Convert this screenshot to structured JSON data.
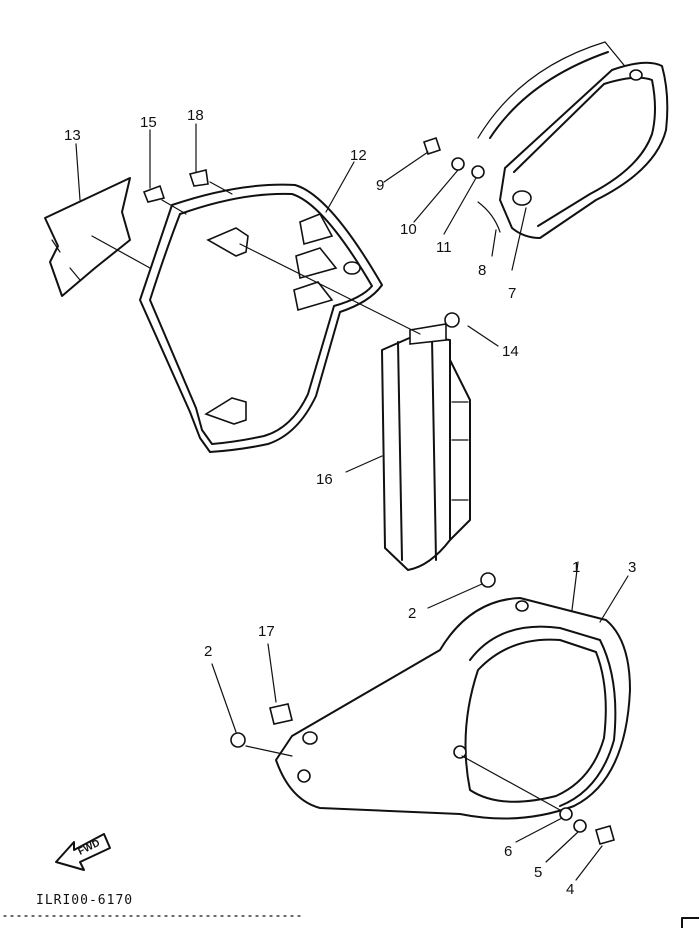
{
  "diagram": {
    "code": "ILRI00-6170",
    "fwd_label": "FWD",
    "callouts": {
      "c1": "1",
      "c2a": "2",
      "c2b": "2",
      "c3": "3",
      "c4": "4",
      "c5": "5",
      "c6": "6",
      "c7": "7",
      "c8": "8",
      "c9": "9",
      "c10": "10",
      "c11": "11",
      "c12": "12",
      "c13": "13",
      "c14": "14",
      "c15": "15",
      "c16": "16",
      "c17": "17",
      "c18": "18"
    }
  }
}
